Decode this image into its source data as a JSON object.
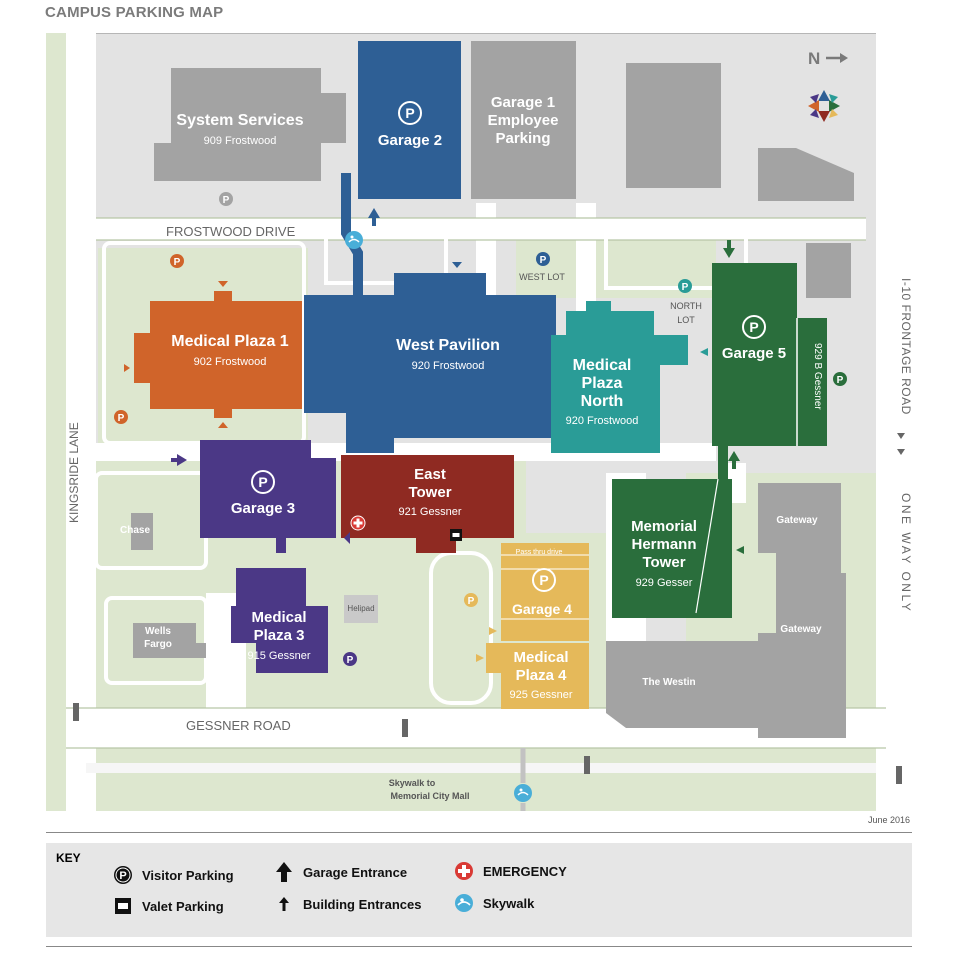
{
  "title": "CAMPUS PARKING MAP",
  "date": "June 2016",
  "north_label": "N",
  "roads": {
    "frostwood": "FROSTWOOD DRIVE",
    "kingsride": "KINGSRIDE LANE",
    "gessner": "GESSNER ROAD",
    "i10": "I-10 FRONTAGE ROAD",
    "one_way": "ONE WAY ONLY"
  },
  "buildings": {
    "system_services": {
      "name": "System Services",
      "address": "909 Frostwood"
    },
    "garage2": {
      "name": "Garage 2"
    },
    "garage1": {
      "line1": "Garage 1",
      "line2": "Employee",
      "line3": "Parking"
    },
    "medical_plaza1": {
      "name": "Medical Plaza 1",
      "address": "902 Frostwood"
    },
    "west_pavilion": {
      "name": "West Pavilion",
      "address": "920 Frostwood"
    },
    "medical_plaza_north": {
      "line1": "Medical",
      "line2": "Plaza",
      "line3": "North",
      "address": "920 Frostwood"
    },
    "garage5": {
      "name": "Garage 5",
      "annex": "929 B Gessner"
    },
    "garage3": {
      "name": "Garage 3"
    },
    "east_tower": {
      "line1": "East",
      "line2": "Tower",
      "address": "921 Gessner"
    },
    "memorial_hermann": {
      "line1": "Memorial",
      "line2": "Hermann",
      "line3": "Tower",
      "address": "929 Gesser"
    },
    "medical_plaza3": {
      "line1": "Medical",
      "line2": "Plaza 3",
      "address": "915 Gessner"
    },
    "garage4": {
      "name": "Garage 4",
      "note": "Pass thru drive"
    },
    "medical_plaza4": {
      "line1": "Medical",
      "line2": "Plaza 4",
      "address": "925 Gessner"
    },
    "chase": {
      "name": "Chase"
    },
    "wells_fargo": {
      "line1": "Wells",
      "line2": "Fargo"
    },
    "helipad": {
      "name": "Helipad"
    },
    "gateway_top": {
      "name": "Gateway"
    },
    "gateway_bottom": {
      "name": "Gateway"
    },
    "westin": {
      "name": "The Westin"
    }
  },
  "lots": {
    "west_lot": "WEST LOT",
    "north_lot_1": "NORTH",
    "north_lot_2": "LOT"
  },
  "skywalk_label": {
    "line1": "Skywalk to",
    "line2": "Memorial City Mall"
  },
  "key": {
    "title": "KEY",
    "items": [
      {
        "id": "visitor",
        "label": "Visitor Parking",
        "icon": "parking-icon"
      },
      {
        "id": "valet",
        "label": "Valet Parking",
        "icon": "valet-icon"
      },
      {
        "id": "garage_entrance",
        "label": "Garage Entrance",
        "icon": "arrow-up-icon"
      },
      {
        "id": "building_entrance",
        "label": "Building Entrances",
        "icon": "small-arrow-up-icon"
      },
      {
        "id": "emergency",
        "label": "EMERGENCY",
        "icon": "emergency-cross-icon"
      },
      {
        "id": "skywalk",
        "label": "Skywalk",
        "icon": "skywalk-icon"
      }
    ]
  },
  "colors": {
    "blue": "#2e5f95",
    "gray_building": "#a3a3a3",
    "orange": "#d0642a",
    "teal": "#2a9c97",
    "green": "#2a6e3c",
    "purple": "#4b3886",
    "red": "#8f2a22",
    "yellow": "#e5b95a",
    "lawn": "#dde7cf",
    "road": "#ffffff",
    "ground": "#e3e3e3"
  }
}
